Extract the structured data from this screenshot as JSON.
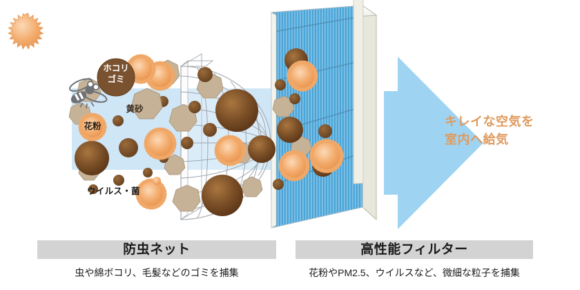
{
  "diagram": {
    "title_alt": "air-purification-two-stage-filter-diagram",
    "colors": {
      "arrow": "#9ed4f2",
      "air_band": "#cfe6f7",
      "filter_blue": "#5aaede",
      "filter_frame": "#efefe6",
      "dust_brown": "#7a5230",
      "particle_brown": "#6d4423",
      "particle_tan": "#c6b397",
      "pollen_orange": "#f0a868",
      "caption_bar": "#d3d3d3",
      "accent_text": "#e09a5e",
      "net_line": "#9aa3ab",
      "bee_gray": "#6e7176"
    },
    "arrow_label": {
      "line1": "キレイな空気を",
      "line2": "室内へ給気"
    },
    "particle_labels": {
      "dust_line1": "ホコリ",
      "dust_line2": "ゴミ",
      "yellow_sand": "黄砂",
      "pollen": "花粉",
      "virus": "ウイルス・菌"
    },
    "captions": [
      {
        "id": "insect-net",
        "heading": "防虫ネット",
        "description": "虫や綿ボコリ、毛髪などのゴミを捕集"
      },
      {
        "id": "high-performance-filter",
        "heading": "高性能フィルター",
        "description": "花粉やPM2.5、ウイルスなど、微細な粒子を捕集"
      }
    ],
    "icons": {
      "bee": "bee-icon",
      "net": "mesh-net-icon",
      "filter": "pleated-filter-icon",
      "arrow": "right-arrow-icon"
    }
  }
}
